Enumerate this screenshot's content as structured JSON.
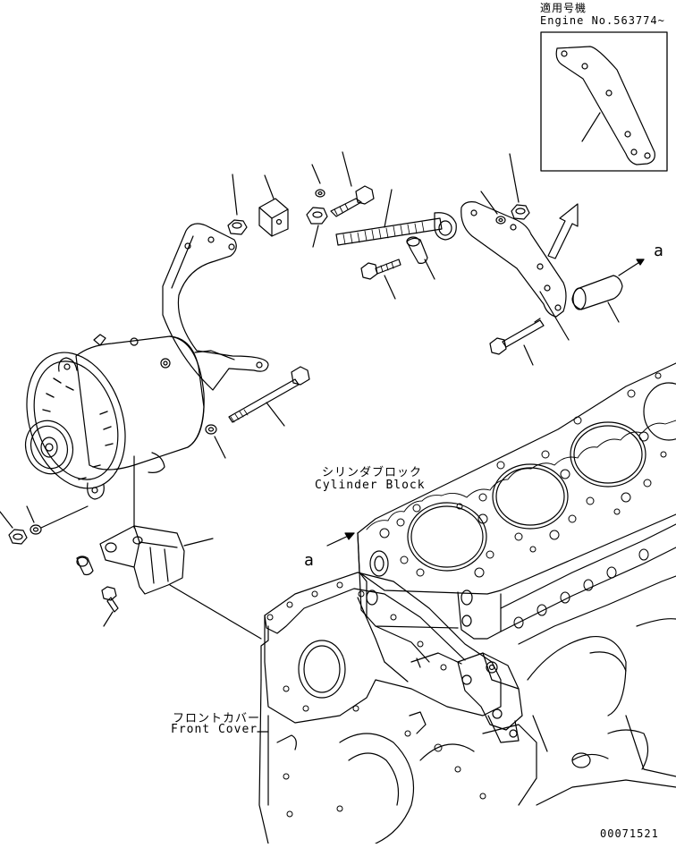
{
  "inset": {
    "heading_jp": "適用号機",
    "engine_no": "Engine No.563774~"
  },
  "labels": {
    "cylinder_block_jp": "シリンダブロック",
    "cylinder_block_en": "Cylinder Block",
    "front_cover_jp": "フロントカバー",
    "front_cover_en": "Front Cover",
    "view_marker_right": "a",
    "view_marker_left": "a"
  },
  "drawing_number": "00071521",
  "colors": {
    "line": "#000000",
    "background": "#ffffff"
  }
}
